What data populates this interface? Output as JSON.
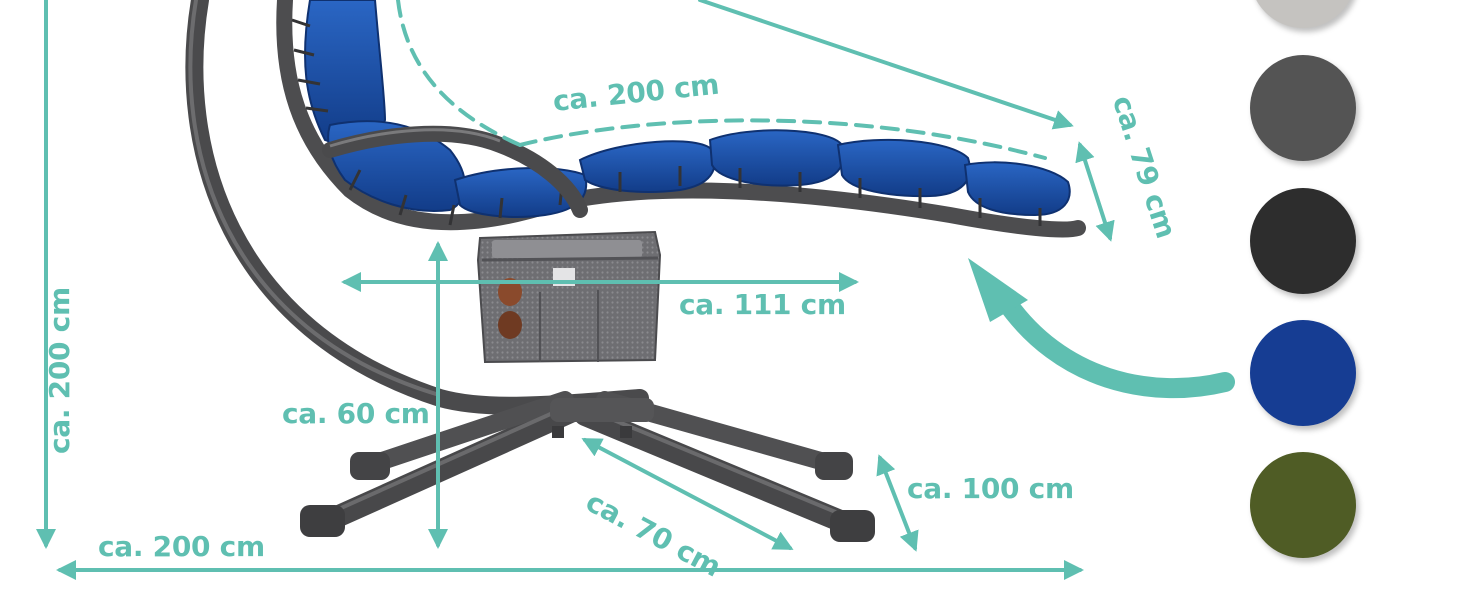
{
  "dimensions": {
    "total_height": "ca. 200 cm",
    "total_length_base": "ca. 200 cm",
    "lounger_length": "ca. 200 cm",
    "lounger_width": "ca. 79 cm",
    "arm_span": "ca. 111 cm",
    "seat_height": "ca. 60 cm",
    "foot_length": "ca. 70 cm",
    "base_depth": "ca. 100 cm"
  },
  "color_options": [
    {
      "name": "light-grey",
      "color": "#c5c3c0"
    },
    {
      "name": "grey",
      "color": "#545454"
    },
    {
      "name": "anthracite",
      "color": "#2d2d2d"
    },
    {
      "name": "blue",
      "color": "#163d93"
    },
    {
      "name": "olive",
      "color": "#4f5c25"
    }
  ],
  "colors": {
    "accent": "#5fbfb1",
    "frame": "#4a4a4c",
    "cushion": "#1b50a8",
    "bag": "#707074"
  }
}
